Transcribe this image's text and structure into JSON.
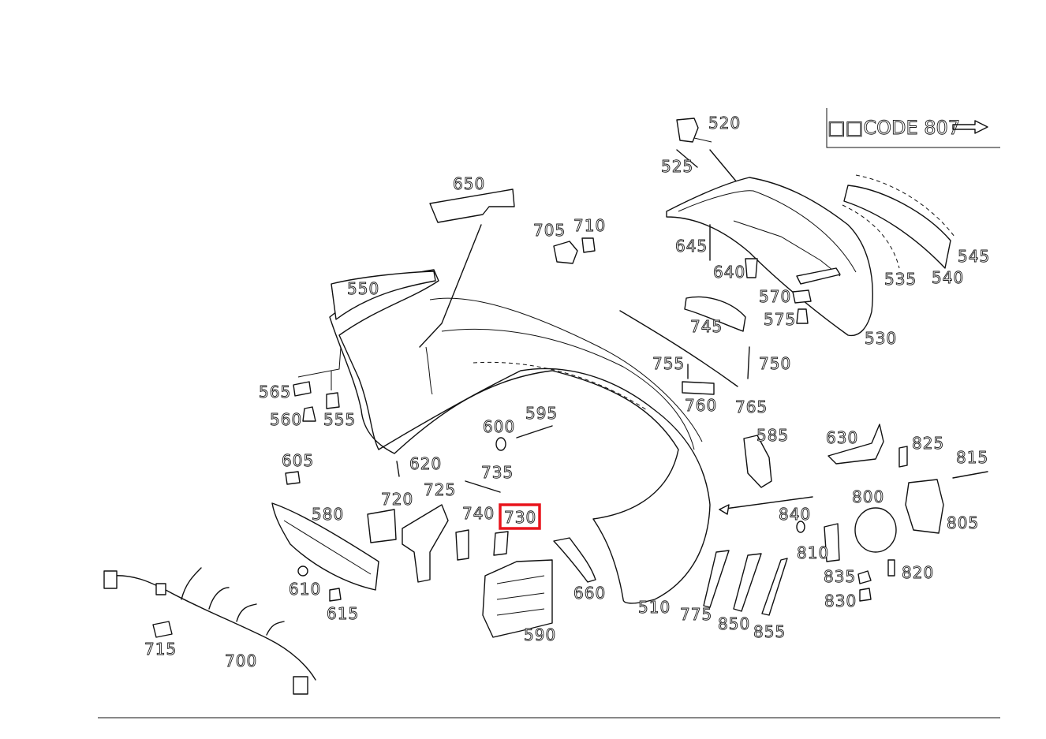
{
  "code_box": {
    "text": "□□CODE 807",
    "arrow_icon": "right-arrow-icon"
  },
  "highlight": {
    "part": "730",
    "color": "#e8141c"
  },
  "labels": {
    "l520": "520",
    "l525": "525",
    "l650": "650",
    "l705": "705",
    "l710": "710",
    "l645": "645",
    "l640": "640",
    "l545": "545",
    "l535": "535",
    "l540": "540",
    "l570": "570",
    "l575": "575",
    "l530": "530",
    "l745": "745",
    "l550": "550",
    "l755": "755",
    "l750": "750",
    "l760": "760",
    "l765": "765",
    "l565": "565",
    "l560": "560",
    "l555": "555",
    "l595": "595",
    "l600": "600",
    "l585": "585",
    "l630": "630",
    "l825": "825",
    "l815": "815",
    "l605": "605",
    "l620": "620",
    "l735": "735",
    "l725": "725",
    "l720": "720",
    "l580": "580",
    "l740": "740",
    "l730": "730",
    "l800": "800",
    "l840": "840",
    "l805": "805",
    "l810": "810",
    "l835": "835",
    "l820": "820",
    "l830": "830",
    "l610": "610",
    "l615": "615",
    "l660": "660",
    "l510": "510",
    "l775": "775",
    "l850": "850",
    "l855": "855",
    "l590": "590",
    "l715": "715",
    "l700": "700"
  }
}
